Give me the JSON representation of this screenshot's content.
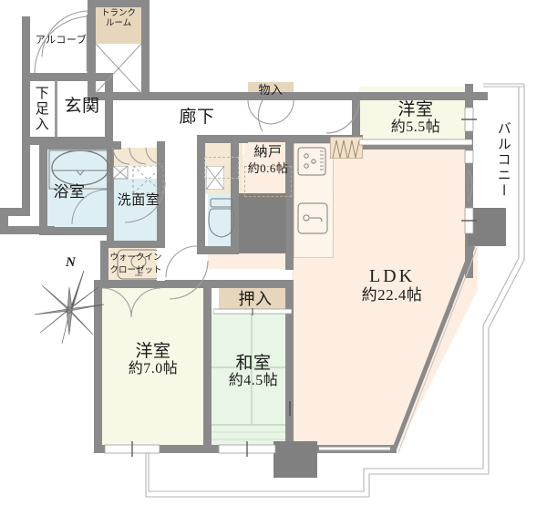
{
  "plan": {
    "type": "japanese-apartment-floor-plan",
    "unit_of_area": "帖",
    "compass": {
      "label": "N",
      "direction": "north-north-east"
    }
  },
  "rooms": [
    {
      "id": "trunk_room",
      "name": "トランク",
      "name2": "ルーム",
      "area": "",
      "color": "#e6d6bb"
    },
    {
      "id": "alcove",
      "name": "アルコーブ",
      "area": "",
      "color": "#ffffff"
    },
    {
      "id": "getabako",
      "name": "下足入",
      "area": "",
      "color": "#ffffff"
    },
    {
      "id": "genkan",
      "name": "玄関",
      "area": "",
      "color": "#ffffff"
    },
    {
      "id": "rouka",
      "name": "廊下",
      "area": "",
      "color": "#ffffff"
    },
    {
      "id": "monoire",
      "name": "物入",
      "area": "",
      "color": "#e6d6bb"
    },
    {
      "id": "nando",
      "name": "納戸",
      "area": "約0.6帖",
      "color": "#fdeee1"
    },
    {
      "id": "youshitsu_55",
      "name": "洋室",
      "area": "約5.5帖",
      "color": "#f8f8e6"
    },
    {
      "id": "balcony",
      "name": "バルコニー",
      "area": "",
      "color": "#ffffff"
    },
    {
      "id": "ldk",
      "name": "LDK",
      "area": "約22.4帖",
      "color": "#fdeee1"
    },
    {
      "id": "yokushitsu",
      "name": "浴室",
      "area": "",
      "color": "#ddeff3"
    },
    {
      "id": "senmenshitsu",
      "name": "洗面室",
      "area": "",
      "color": "#ddeff3"
    },
    {
      "id": "walk_in",
      "name": "ウォークイン",
      "name2": "クローゼット",
      "area": "",
      "color": "#f5e8d2"
    },
    {
      "id": "oshiire",
      "name": "押入",
      "area": "",
      "color": "#e6d6bb"
    },
    {
      "id": "youshitsu_70",
      "name": "洋室",
      "area": "約7.0帖",
      "color": "#f8f8e6"
    },
    {
      "id": "washitsu_45",
      "name": "和室",
      "area": "約4.5帖",
      "color": "#e9f5e7"
    }
  ],
  "colors": {
    "wall": "#8a8a8a",
    "wall_light": "#9b9b9b",
    "pillar": "#808080",
    "ldk_fill": "#fdeee1",
    "western_fill": "#f8f8e6",
    "japanese_fill": "#e9f5e7",
    "water_fill": "#ddeff3",
    "storage_fill": "#e6d6bb",
    "storage_fill_light": "#f5e8d2",
    "outline": "#b5b5b5",
    "text": "#1b1b1b"
  },
  "fixtures": [
    {
      "id": "bathtub",
      "room": "yokushitsu",
      "name": "bathtub"
    },
    {
      "id": "washbasin",
      "room": "senmenshitsu",
      "name": "wash-basin"
    },
    {
      "id": "toilet",
      "room": "toilet",
      "name": "toilet"
    },
    {
      "id": "stove",
      "room": "kitchen",
      "name": "3-burner-stove"
    },
    {
      "id": "sink",
      "room": "kitchen",
      "name": "kitchen-sink"
    }
  ]
}
